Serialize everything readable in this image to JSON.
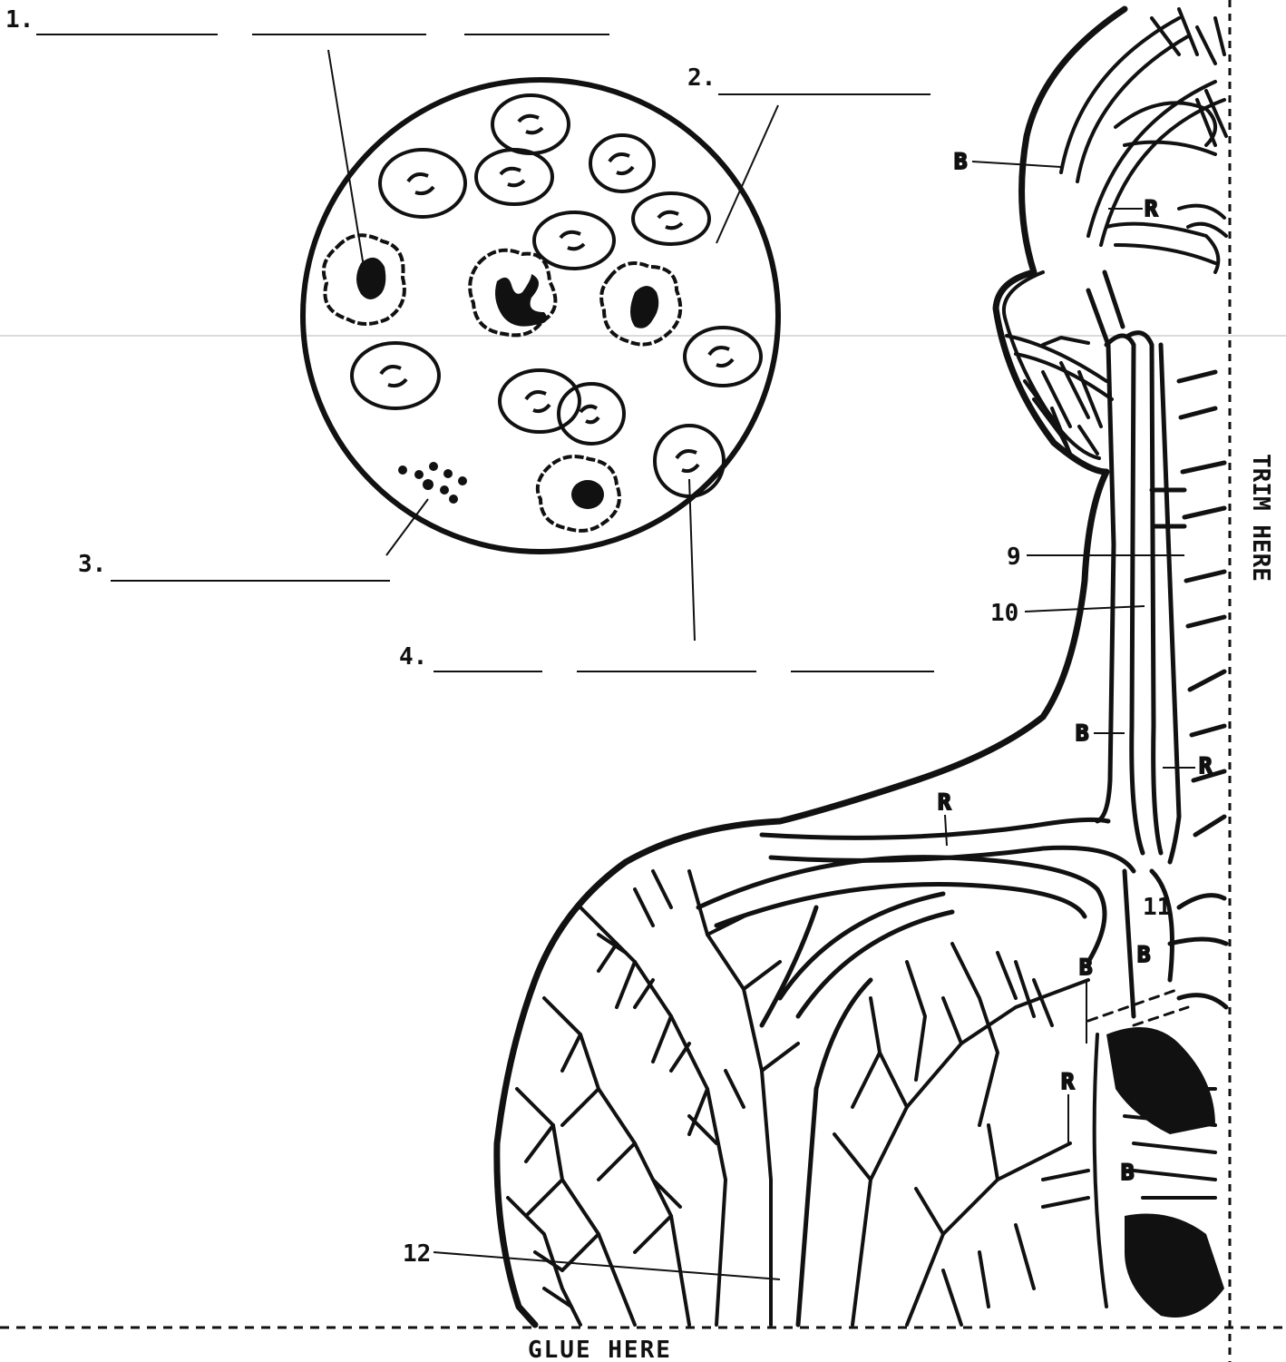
{
  "labels": {
    "l1": "1.",
    "l2": "2.",
    "l3": "3.",
    "l4": "4.",
    "l9": "9",
    "l10": "10",
    "l11": "11",
    "l12": "12"
  },
  "markers": {
    "b": "B",
    "r": "R"
  },
  "trim_text": "TRIM HERE",
  "glue_text": "GLUE HERE",
  "colors": {
    "ink": "#111111",
    "paper": "#ffffff",
    "guide": "#cfcfcf"
  }
}
